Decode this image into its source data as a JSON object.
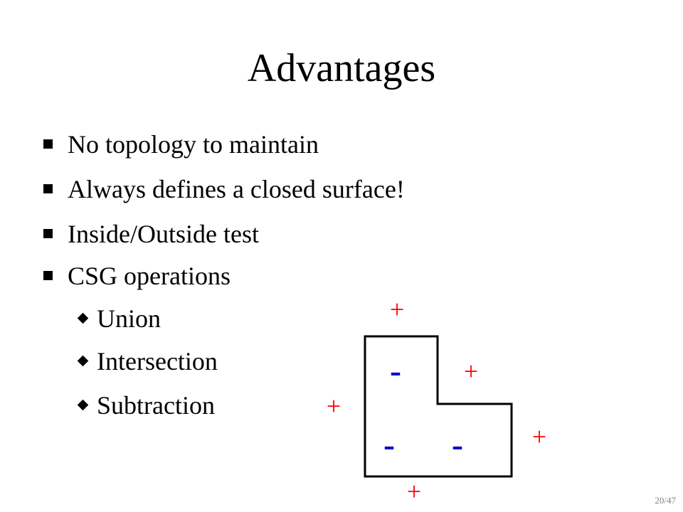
{
  "slide": {
    "title": "Advantages",
    "bullets": [
      {
        "text": "No topology to maintain",
        "level": 1
      },
      {
        "text": "Always defines a closed surface!",
        "level": 1
      },
      {
        "text": "Inside/Outside test",
        "level": 1
      },
      {
        "text": "CSG operations",
        "level": 1
      },
      {
        "text": "Union",
        "level": 2
      },
      {
        "text": "Intersection",
        "level": 2
      },
      {
        "text": "Subtraction",
        "level": 2
      }
    ],
    "diagram": {
      "outside_sign": "+",
      "inside_sign": "-",
      "outside_color": "#ff0000",
      "inside_color": "#0000cc",
      "shape": "L-shape"
    },
    "page_number": "20/47"
  }
}
